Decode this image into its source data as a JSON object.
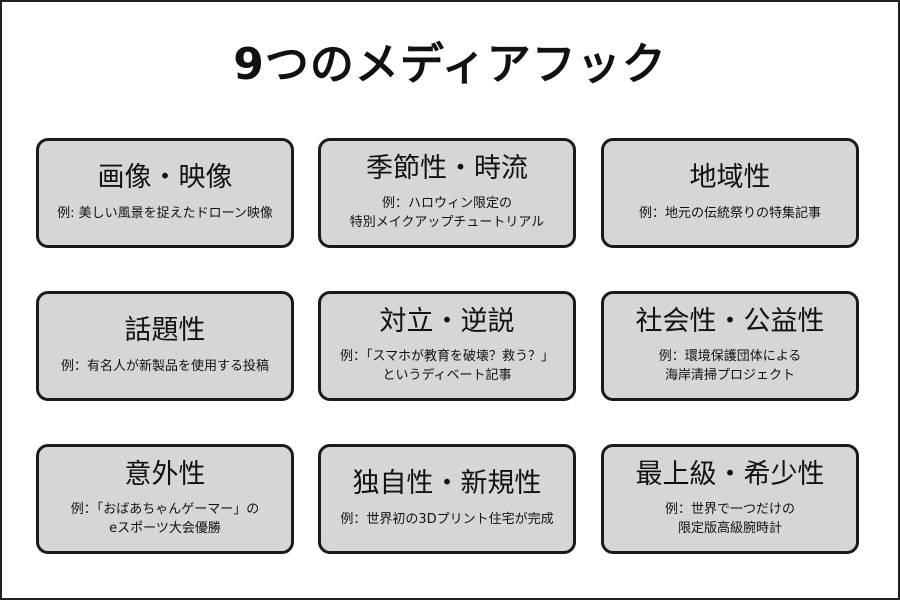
{
  "title": "9つのメディアフック",
  "cards": [
    {
      "heading": "画像・映像",
      "example": [
        "例: 美しい風景を捉えたドローン映像"
      ]
    },
    {
      "heading": "季節性・時流",
      "example": [
        "例：ハロウィン限定の",
        "特別メイクアップチュートリアル"
      ]
    },
    {
      "heading": "地域性",
      "example": [
        "例：地元の伝統祭りの特集記事"
      ]
    },
    {
      "heading": "話題性",
      "example": [
        "例：有名人が新製品を使用する投稿"
      ]
    },
    {
      "heading": "対立・逆説",
      "example": [
        "例：「スマホが教育を破壊？救う？」",
        "というディベート記事"
      ]
    },
    {
      "heading": "社会性・公益性",
      "example": [
        "例：環境保護団体による",
        "海岸清掃プロジェクト"
      ]
    },
    {
      "heading": "意外性",
      "example": [
        "例：「おばあちゃんゲーマー」の",
        "eスポーツ大会優勝"
      ]
    },
    {
      "heading": "独自性・新規性",
      "example": [
        "例：世界初の3Dプリント住宅が完成"
      ]
    },
    {
      "heading": "最上級・希少性",
      "example": [
        "例：世界で一つだけの",
        "限定版高級腕時計"
      ]
    }
  ]
}
